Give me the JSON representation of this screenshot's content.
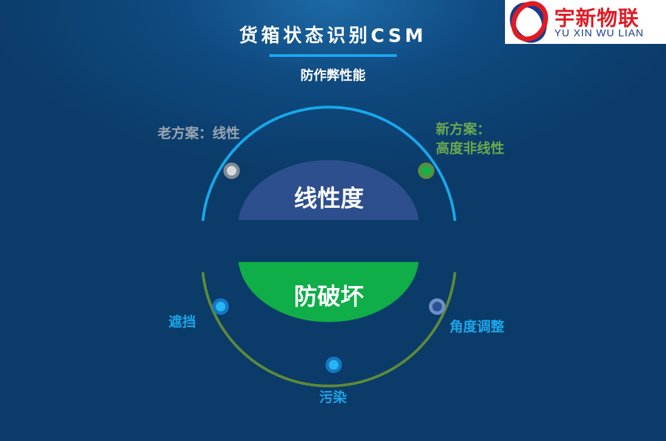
{
  "title": "货箱状态识别CSM",
  "subtitle": "防作弊性能",
  "logo": {
    "cn": "宇新物联",
    "en": "YU XIN WU LIAN"
  },
  "top": {
    "center": "线性度",
    "old_label": "老方案：线性",
    "new_label_line1": "新方案：",
    "new_label_line2": "高度非线性"
  },
  "bottom": {
    "center": "防破坏",
    "items": [
      "遮挡",
      "污染",
      "角度调整"
    ]
  },
  "colors": {
    "top_arc": "#17a9ec",
    "bottom_arc": "#5d8a3a",
    "top_segment": "#2d4f8e",
    "bottom_segment": "#0fae48",
    "old_label": "#9aa5b0",
    "new_label": "#6aa84f",
    "bottom_label": "#1ca6ea"
  }
}
